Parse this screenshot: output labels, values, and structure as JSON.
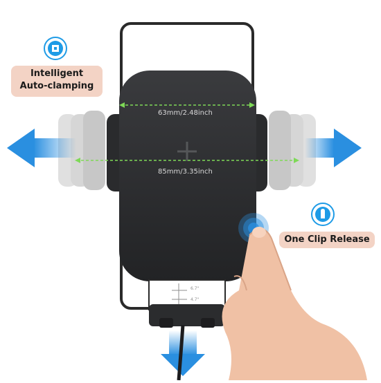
{
  "labels": {
    "intelligent_line1": "Intelligent",
    "intelligent_line2": "Auto-clamping",
    "one_clip": "One Clip Release",
    "width_small": "63mm/2.48inch",
    "width_large": "85mm/3.35inch",
    "scale_top": "6.7\"",
    "scale_bottom": "4.7\""
  },
  "icons": {
    "chip": "chip-icon",
    "touch": "touch-icon",
    "charging": "plus-icon"
  },
  "colors": {
    "callout_bg": "#f3d3c5",
    "badge_blue": "#1e9be6",
    "arrow_blue": "#2a8fe0",
    "measure_line": "#7ed957",
    "holder_dark": "#2b2c2e"
  }
}
